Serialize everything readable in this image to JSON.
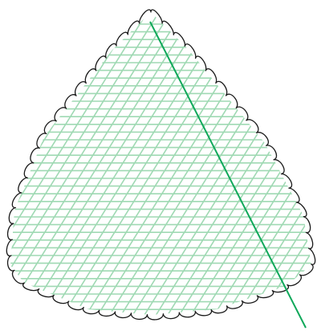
{
  "colors": {
    "background": "#ffffff",
    "outline": "#1a1a1a",
    "hatch": "#9fd9b3",
    "axis_line": "#0fa85a"
  },
  "shape": {
    "kind": "scalloped-rounded-triangle",
    "hatch_directions": [
      "horizontal",
      "diagonal"
    ]
  }
}
